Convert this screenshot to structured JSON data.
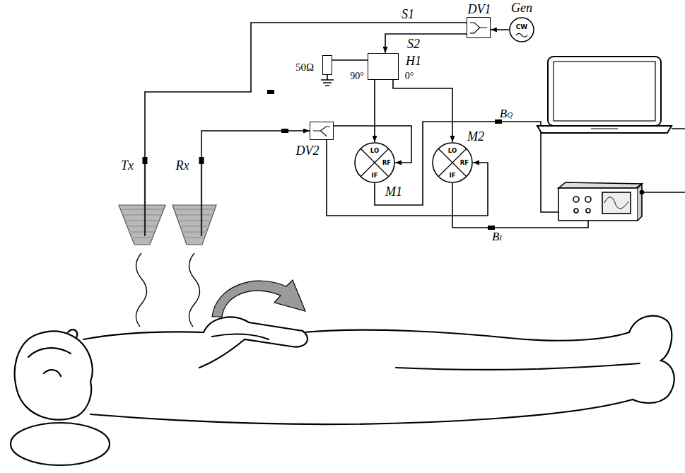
{
  "diagram": {
    "nodes": [
      {
        "text": [
          "Gen",
          "CW"
        ]
      },
      {
        "text": [
          "DV1"
        ]
      },
      {
        "text": [
          "H1",
          "90°",
          "0°"
        ]
      },
      {
        "text": [
          "50Ω"
        ]
      },
      {
        "text": [
          "Tx"
        ]
      },
      {
        "text": [
          "Rx"
        ]
      },
      {
        "text": [
          "DV2"
        ]
      },
      {
        "text": [
          "LO",
          "RF",
          "IF",
          "M1"
        ]
      },
      {
        "text": [
          "LO",
          "RF",
          "IF",
          "M2"
        ]
      }
    ],
    "edges": [
      {
        "from": 0,
        "to": 1,
        "arrow": "to"
      },
      {
        "from": 1,
        "to": 4,
        "label": "S1",
        "arrow": "none"
      },
      {
        "from": 1,
        "to": 2,
        "label": "S2",
        "arrow": "to"
      },
      {
        "from": 2,
        "to": 3,
        "arrow": "none"
      },
      {
        "from": 2,
        "to": 7,
        "arrow": "to"
      },
      {
        "from": 2,
        "to": 8,
        "arrow": "to"
      },
      {
        "from": 5,
        "to": 6,
        "arrow": "to"
      },
      {
        "from": 6,
        "to": 7,
        "arrow": "to"
      },
      {
        "from": 6,
        "to": 8,
        "arrow": "to"
      }
    ],
    "labels": [
      "BQ",
      "BI"
    ]
  }
}
